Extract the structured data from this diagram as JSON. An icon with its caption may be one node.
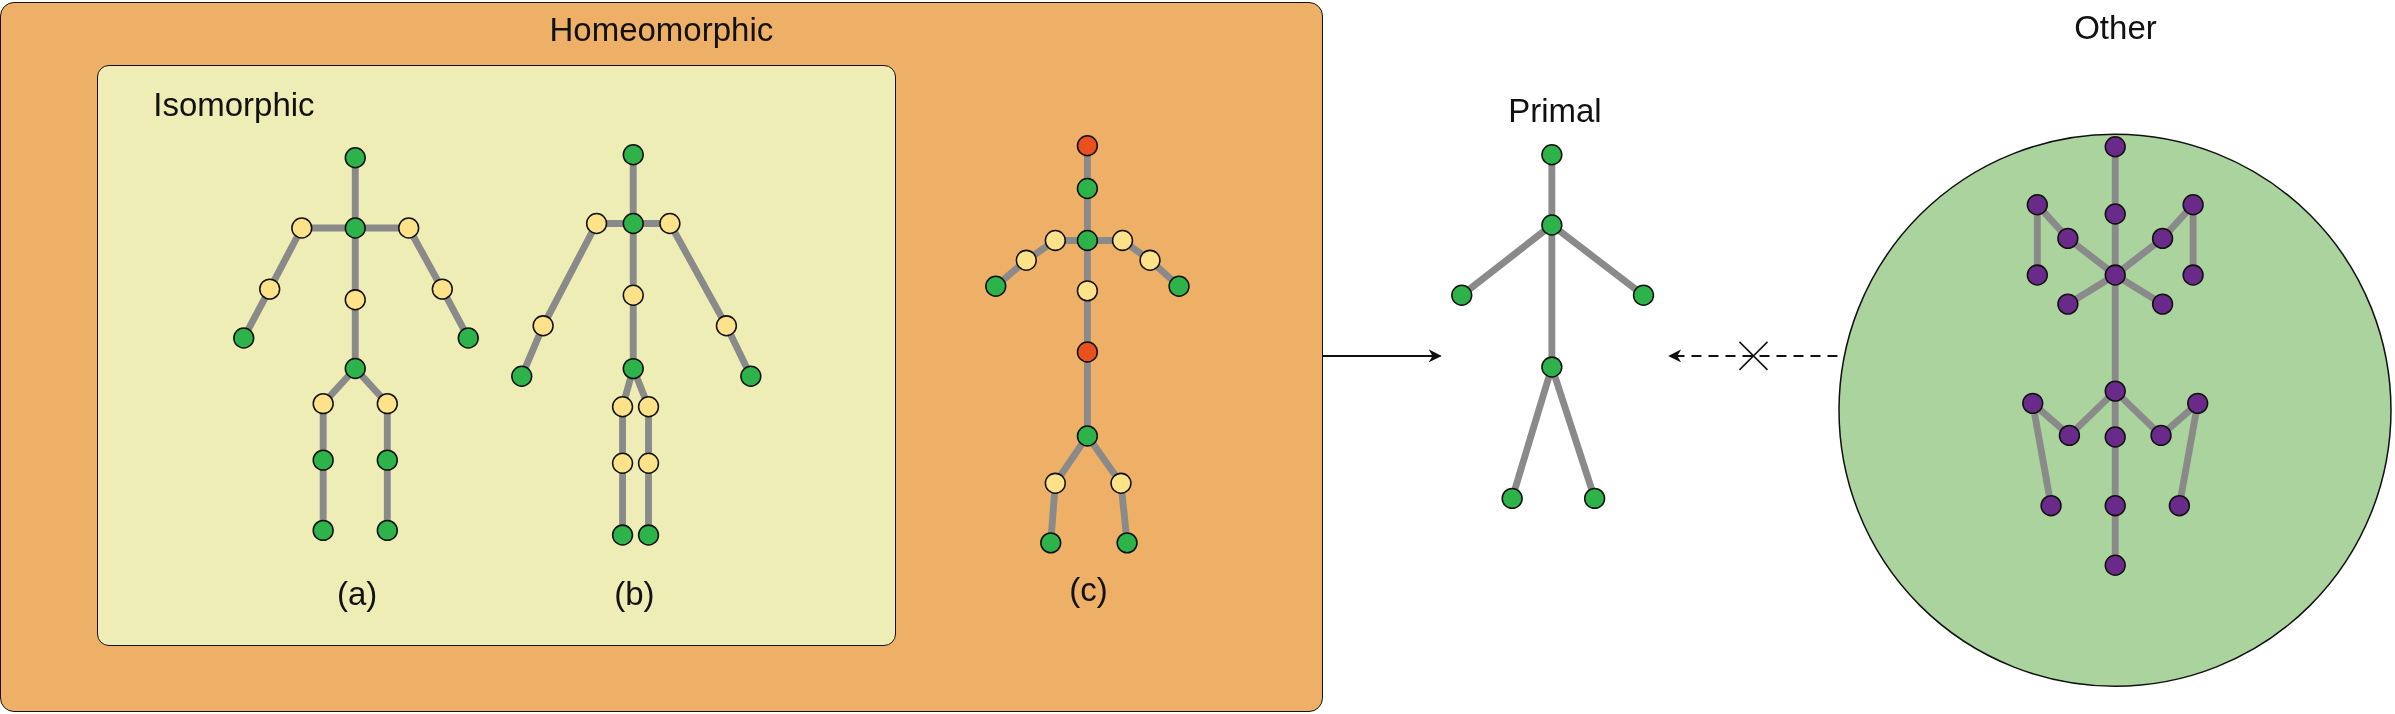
{
  "diagram": {
    "nodes": [
      {
        "text": [
          "Homeomorphic"
        ]
      },
      {
        "text": [
          "Isomorphic"
        ],
        "in": 0
      },
      {
        "text": [],
        "shape": "picture",
        "beside": [
          "(a)"
        ],
        "in": 1
      },
      {
        "text": [],
        "shape": "picture",
        "beside": [
          "(b)"
        ],
        "in": 1
      },
      {
        "text": [],
        "shape": "picture",
        "beside": [
          "(c)"
        ],
        "in": 0
      },
      {
        "text": [
          "Primal"
        ]
      },
      {
        "text": [
          "Other"
        ]
      }
    ],
    "edges": [
      {
        "from": 0,
        "to": 5,
        "arrow": "to"
      },
      {
        "from": 6,
        "to": 5,
        "arrow": "to",
        "style": "dashed"
      }
    ]
  }
}
